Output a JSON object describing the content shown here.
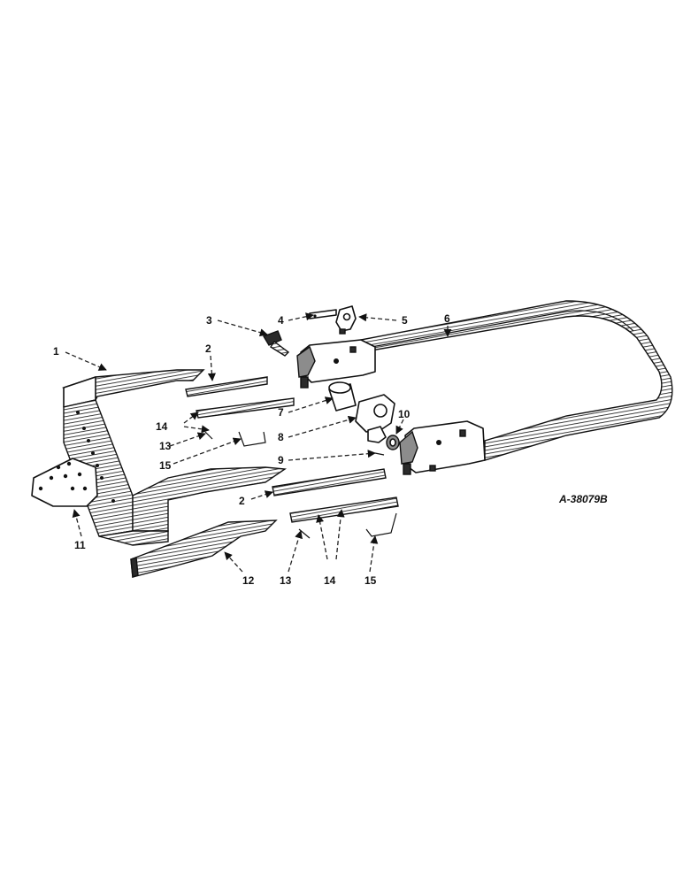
{
  "figure_id": "A-38079B",
  "callouts": [
    "1",
    "2",
    "2",
    "3",
    "4",
    "5",
    "6",
    "7",
    "8",
    "9",
    "10",
    "11",
    "12",
    "13",
    "13",
    "14",
    "14",
    "15",
    "15"
  ]
}
